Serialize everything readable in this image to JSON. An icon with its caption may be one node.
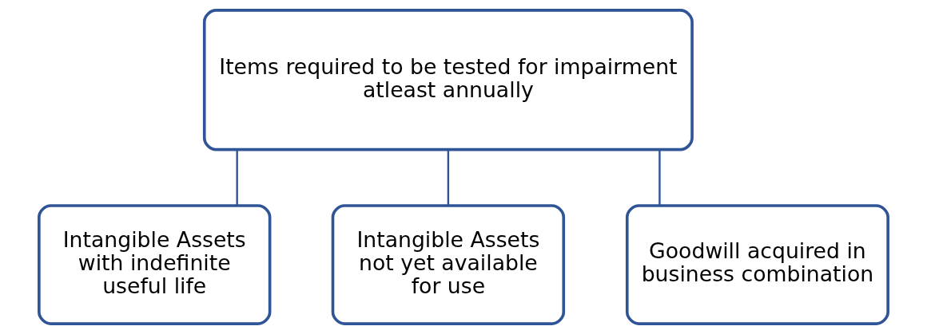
{
  "diagram": {
    "nodes": [
      {
        "text": [
          "Items required to be tested for impairment atleast annually"
        ]
      },
      {
        "text": [
          "Intangible Assets with indefinite useful life"
        ]
      },
      {
        "text": [
          "Intangible Assets not yet available for use"
        ]
      },
      {
        "text": [
          "Goodwill acquired in business combination"
        ]
      }
    ],
    "edges": [
      {
        "from": 0,
        "to": 1,
        "arrow": "none"
      },
      {
        "from": 0,
        "to": 2,
        "arrow": "none"
      },
      {
        "from": 0,
        "to": 3,
        "arrow": "none"
      }
    ]
  }
}
